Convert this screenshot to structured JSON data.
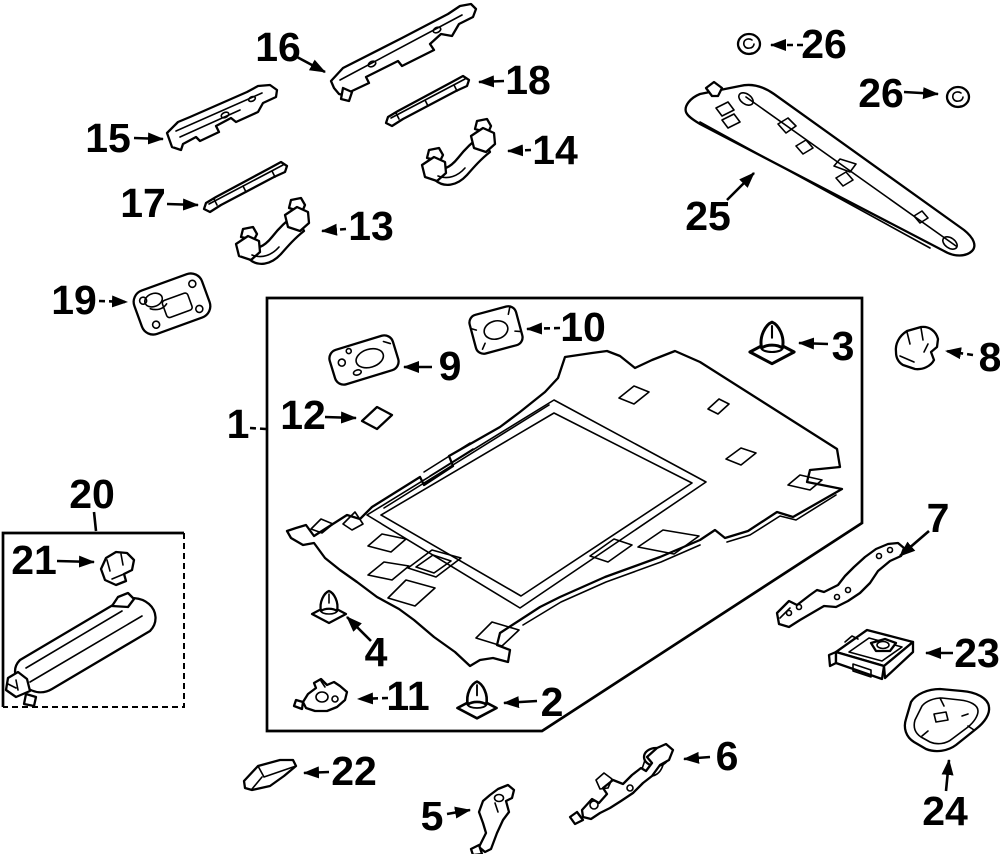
{
  "diagram": {
    "colors": {
      "ink": "#000000",
      "paper": "#ffffff"
    },
    "callouts": [
      {
        "label": "1"
      },
      {
        "label": "2"
      },
      {
        "label": "3"
      },
      {
        "label": "4"
      },
      {
        "label": "5"
      },
      {
        "label": "6"
      },
      {
        "label": "7"
      },
      {
        "label": "8"
      },
      {
        "label": "9"
      },
      {
        "label": "10"
      },
      {
        "label": "11"
      },
      {
        "label": "12"
      },
      {
        "label": "13"
      },
      {
        "label": "14"
      },
      {
        "label": "15"
      },
      {
        "label": "16"
      },
      {
        "label": "17"
      },
      {
        "label": "18"
      },
      {
        "label": "19"
      },
      {
        "label": "20"
      },
      {
        "label": "21"
      },
      {
        "label": "22"
      },
      {
        "label": "23"
      },
      {
        "label": "24"
      },
      {
        "label": "25"
      },
      {
        "label": "26"
      },
      {
        "label": "26"
      }
    ]
  }
}
